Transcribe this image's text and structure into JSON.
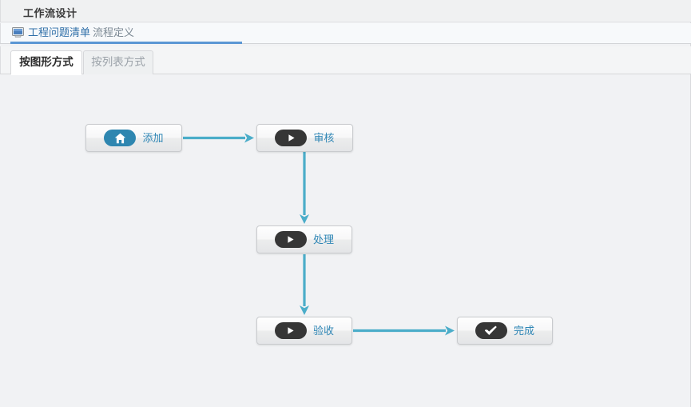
{
  "window": {
    "title": "工作流设计"
  },
  "breadcrumb": {
    "icon": "monitor-icon",
    "main": "工程问题清单",
    "sub": "流程定义",
    "accent_color": "#5b97d4"
  },
  "tabs": [
    {
      "label": "按图形方式",
      "active": true
    },
    {
      "label": "按列表方式",
      "active": false
    }
  ],
  "canvas": {
    "background": "#f1f2f4",
    "connector_color": "#4badc9",
    "nodes": [
      {
        "id": "add",
        "label": "添加",
        "icon": "home-icon",
        "badge_color": "#2e86b0",
        "label_color": "#2f86b5"
      },
      {
        "id": "review",
        "label": "审核",
        "icon": "play-icon",
        "badge_color": "#363636",
        "label_color": "#2f86b5"
      },
      {
        "id": "proc",
        "label": "处理",
        "icon": "play-icon",
        "badge_color": "#363636",
        "label_color": "#2f86b5"
      },
      {
        "id": "accept",
        "label": "验收",
        "icon": "play-icon",
        "badge_color": "#363636",
        "label_color": "#2f86b5"
      },
      {
        "id": "done",
        "label": "完成",
        "icon": "check-icon",
        "badge_color": "#363636",
        "label_color": "#2f86b5"
      }
    ],
    "connections": [
      {
        "from": "add",
        "to": "review",
        "direction": "right"
      },
      {
        "from": "review",
        "to": "proc",
        "direction": "down"
      },
      {
        "from": "proc",
        "to": "accept",
        "direction": "down"
      },
      {
        "from": "accept",
        "to": "done",
        "direction": "right"
      }
    ]
  }
}
